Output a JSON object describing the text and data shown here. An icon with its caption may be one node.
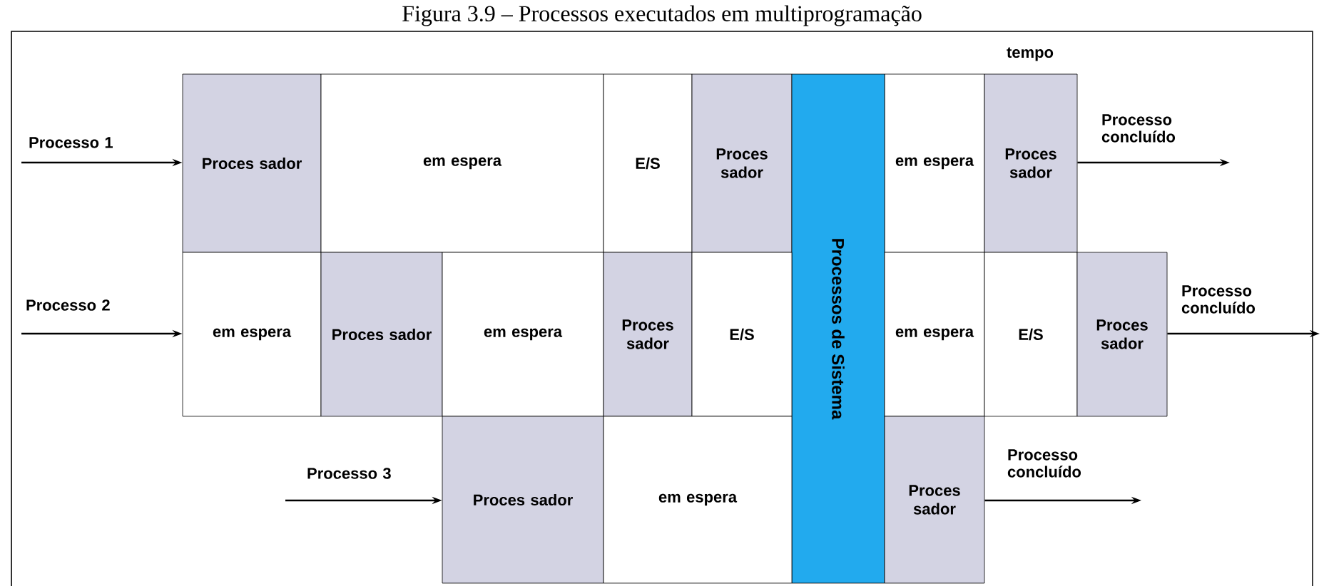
{
  "diagram": {
    "title": "Figura 3.9 – Processos executados em multiprogramação",
    "nodes": [
      {
        "text": [
          "Proces sador"
        ]
      },
      {
        "text": [
          "em espera"
        ]
      },
      {
        "text": [
          "E/S"
        ]
      },
      {
        "text": [
          "Proces sador"
        ]
      },
      {
        "text": [
          "em espera"
        ]
      },
      {
        "text": [
          "Proces sador"
        ]
      },
      {
        "text": [
          "Processos de Sistema"
        ]
      },
      {
        "text": [
          "em espera"
        ]
      },
      {
        "text": [
          "Proces sador"
        ]
      },
      {
        "text": [
          "em espera"
        ]
      },
      {
        "text": [
          "Proces sador"
        ]
      },
      {
        "text": [
          "E/S"
        ]
      },
      {
        "text": [
          "em espera"
        ]
      },
      {
        "text": [
          "E/S"
        ]
      },
      {
        "text": [
          "Proces sador"
        ]
      },
      {
        "text": [
          "Proces sador"
        ]
      },
      {
        "text": [
          "em espera"
        ]
      },
      {
        "text": [
          "Proces sador"
        ]
      }
    ],
    "edges": [
      {
        "from": null,
        "to": 0,
        "arrow": "to",
        "label": "Processo 1"
      },
      {
        "from": 5,
        "to": null,
        "arrow": "to",
        "label": "Processo concluído"
      },
      {
        "from": null,
        "to": 7,
        "arrow": "to",
        "label": "Processo 2"
      },
      {
        "from": 14,
        "to": null,
        "arrow": "to",
        "label": "Processo concluído"
      },
      {
        "from": null,
        "to": 15,
        "arrow": "to",
        "label": "Processo 3"
      },
      {
        "from": 17,
        "to": null,
        "arrow": "to",
        "label": "Processo concluído"
      }
    ],
    "labels": [
      "tempo"
    ]
  }
}
